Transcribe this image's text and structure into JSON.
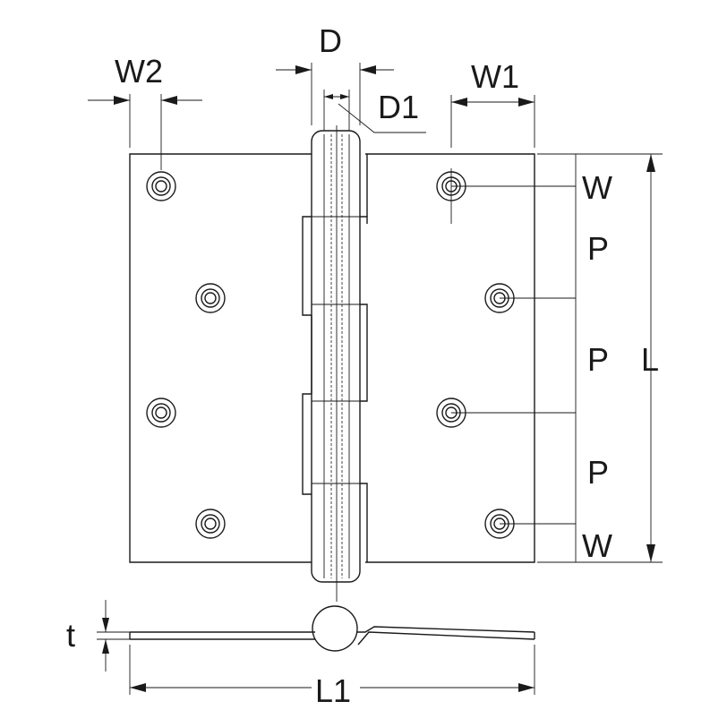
{
  "labels": {
    "d": "D",
    "d1": "D1",
    "w1": "W1",
    "w2": "W2",
    "w_top": "W",
    "p1": "P",
    "p2": "P",
    "p3": "P",
    "w_bottom": "W",
    "l": "L",
    "t": "t",
    "l1": "L1"
  },
  "icons": {
    "hole": "countersunk-screw-hole",
    "knuckle": "hinge-knuckle-pin"
  },
  "colors": {
    "line": "#1a1a1a",
    "background": "#ffffff"
  }
}
